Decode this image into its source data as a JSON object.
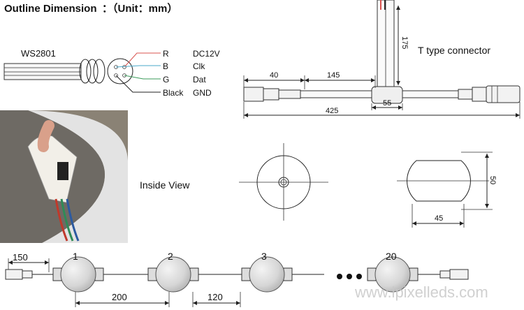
{
  "header": {
    "title": "Outline Dimension",
    "unit": "：（Unit：mm）"
  },
  "pinout": {
    "chip": "WS2801",
    "pins": [
      {
        "wire": "R",
        "signal": "DC12V",
        "color": "#d9534f"
      },
      {
        "wire": "B",
        "signal": "Clk",
        "color": "#4aa8c8"
      },
      {
        "wire": "G",
        "signal": "Dat",
        "color": "#3a9a5a"
      },
      {
        "wire": "Black",
        "signal": "GND",
        "color": "#222222"
      }
    ]
  },
  "t_connector": {
    "title": "T type connector",
    "dim_40": "40",
    "dim_145": "145",
    "dim_175": "175",
    "dim_55": "55",
    "dim_425": "425"
  },
  "views": {
    "inside_view": "Inside View",
    "dim_50": "50",
    "dim_45": "45"
  },
  "chain": {
    "node_labels": [
      "1",
      "2",
      "3",
      "20"
    ],
    "dim_150": "150",
    "dim_200": "200",
    "dim_120": "120"
  },
  "watermark": "www.ipixelleds.com"
}
